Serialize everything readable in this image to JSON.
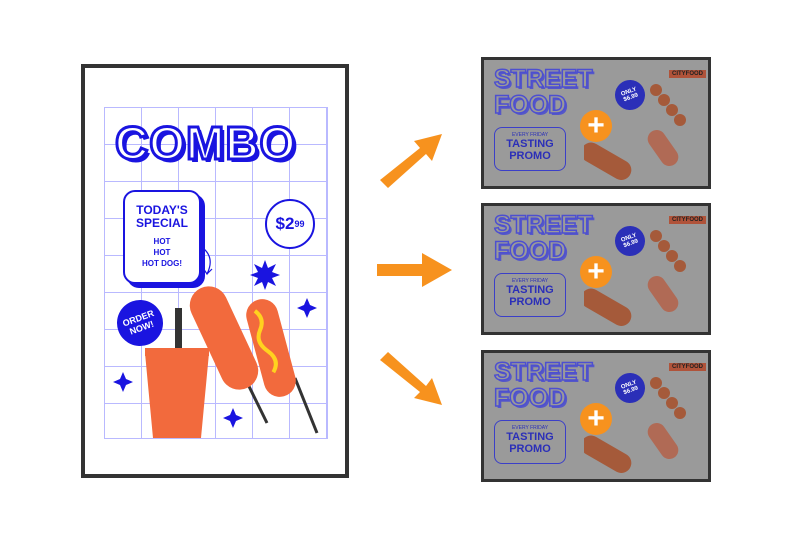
{
  "poster": {
    "title": "COMBO",
    "special_title": "TODAY'S SPECIAL",
    "special_lines": [
      "HOT",
      "HOT",
      "HOT DOG!"
    ],
    "price_main": "$2",
    "price_cents": "99",
    "order_badge": "ORDER NOW!"
  },
  "thumbnails": [
    {
      "title_1": "STREET",
      "title_2": "FOOD",
      "kicker": "EVERY FRIDAY",
      "promo_1": "TASTING",
      "promo_2": "PROMO",
      "badge": "ONLY $6.99",
      "brand": "CITYFOOD",
      "plus": "+"
    },
    {
      "title_1": "STREET",
      "title_2": "FOOD",
      "kicker": "EVERY FRIDAY",
      "promo_1": "TASTING",
      "promo_2": "PROMO",
      "badge": "ONLY $6.99",
      "brand": "CITYFOOD",
      "plus": "+"
    },
    {
      "title_1": "STREET",
      "title_2": "FOOD",
      "kicker": "EVERY FRIDAY",
      "promo_1": "TASTING",
      "promo_2": "PROMO",
      "badge": "ONLY $6.99",
      "brand": "CITYFOOD",
      "plus": "+"
    }
  ],
  "colors": {
    "accent": "#f7921e",
    "blue": "#1a14e0",
    "food": "#f26a3d"
  }
}
